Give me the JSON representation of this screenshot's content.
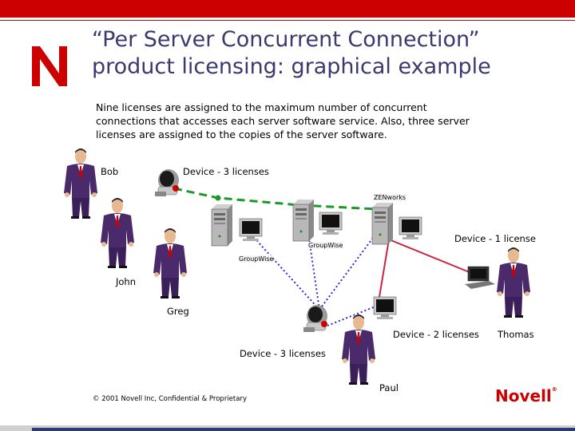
{
  "slide": {
    "title_line1": "“Per Server Concurrent Connection”",
    "title_line2": "product licensing: graphical example",
    "intro_line1": "Nine licenses are assigned to the maximum number of concurrent",
    "intro_line2": "connections that accesses each server software service.  Also, three server",
    "intro_line3": "licenses are assigned to the copies of the server software."
  },
  "people": {
    "bob": "Bob",
    "john": "John",
    "greg": "Greg",
    "paul": "Paul",
    "thomas": "Thomas"
  },
  "devices": {
    "bob_device": "Device - 3 licenses",
    "thomas_device": "Device - 1 license",
    "paul_device": "Device - 2 licenses",
    "greg_device": "Device - 3 licenses"
  },
  "servers": {
    "zenworks": "ZENworks",
    "groupwise_1": "GroupWise",
    "groupwise_2": "GroupWise"
  },
  "footer": {
    "copyright": "© 2001 Novell Inc, Confidential & Proprietary",
    "brand": "Novell",
    "brand_mark": "®"
  },
  "colors": {
    "accent_red": "#cc0000",
    "link_green": "#1a9a2a",
    "link_blue": "#2a2ad0",
    "link_red": "#cc2244",
    "title_blue": "#3a3a6e"
  },
  "icons": {
    "logo": "novell-n-logo",
    "person": "businessman-icon",
    "server": "tower-server-icon",
    "monitor": "crt-monitor-icon",
    "laptop": "laptop-icon",
    "phone": "ip-phone-icon"
  }
}
